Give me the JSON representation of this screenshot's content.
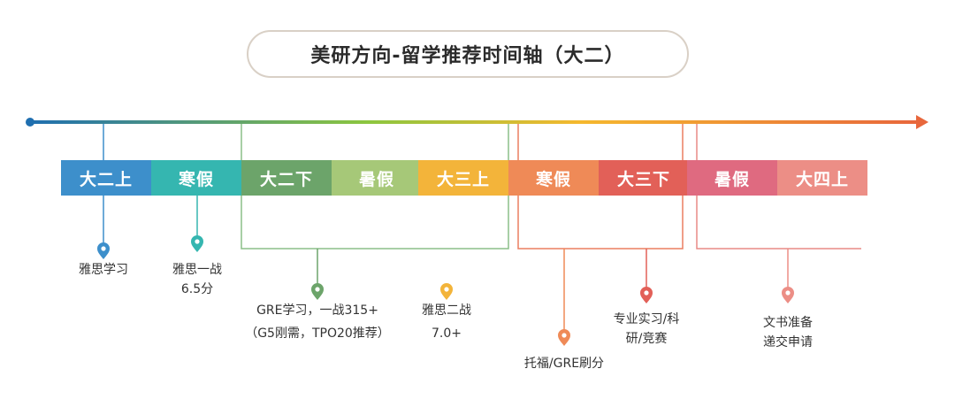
{
  "title": "美研方向-留学推荐时间轴（大二）",
  "colors": {
    "axis_start": "#1f6fb0",
    "axis_mid": "#8cc63f",
    "axis_amber": "#f5b82e",
    "axis_end": "#e8673c",
    "pill_border": "#d9d0c6"
  },
  "segments": [
    {
      "label": "大二上",
      "color": "#3d8fcb"
    },
    {
      "label": "寒假",
      "color": "#35b6b0"
    },
    {
      "label": "大二下",
      "color": "#6ca46a"
    },
    {
      "label": "暑假",
      "color": "#a6c878"
    },
    {
      "label": "大三上",
      "color": "#f3b43a"
    },
    {
      "label": "寒假",
      "color": "#ef8a57"
    },
    {
      "label": "大三下",
      "color": "#e26058"
    },
    {
      "label": "暑假",
      "color": "#df6a80"
    },
    {
      "label": "大四上",
      "color": "#ec8e86"
    }
  ],
  "milestones": [
    {
      "lines": [
        "雅思学习"
      ],
      "color": "#3d8fcb",
      "icon": "map-pin-icon"
    },
    {
      "lines": [
        "雅思一战",
        "6.5分"
      ],
      "color": "#35b6b0",
      "icon": "map-pin-icon"
    },
    {
      "lines": [
        "GRE学习，一战315+",
        "（G5刚需，TPO20推荐）"
      ],
      "color": "#6ca46a",
      "icon": "map-pin-icon"
    },
    {
      "lines": [
        "雅思二战",
        "7.0+"
      ],
      "color": "#f3b43a",
      "icon": "map-pin-icon"
    },
    {
      "lines": [
        "托福/GRE刷分"
      ],
      "color": "#ef8a57",
      "icon": "map-pin-icon"
    },
    {
      "lines": [
        "专业实习/科",
        "研/竞赛"
      ],
      "color": "#e26058",
      "icon": "map-pin-icon"
    },
    {
      "lines": [
        "文书准备",
        "递交申请"
      ],
      "color": "#ec8e86",
      "icon": "map-pin-icon"
    }
  ]
}
